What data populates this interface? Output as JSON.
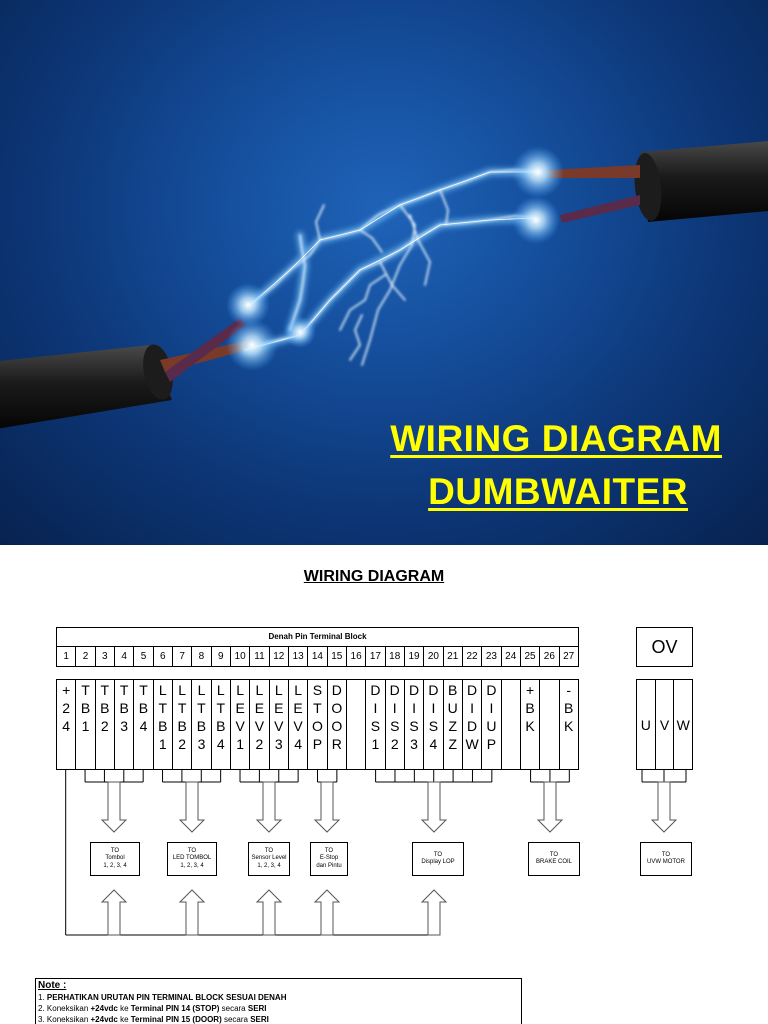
{
  "cover": {
    "title_line1": "WIRING DIAGRAM",
    "title_line2": "DUMBWAITER",
    "title_color": "#ffff00"
  },
  "diagram": {
    "title": "WIRING DIAGRAM",
    "terminal_block_header": "Denah Pin Terminal Block",
    "pins": [
      "1",
      "2",
      "3",
      "4",
      "5",
      "6",
      "7",
      "8",
      "9",
      "10",
      "11",
      "12",
      "13",
      "14",
      "15",
      "16",
      "17",
      "18",
      "19",
      "20",
      "21",
      "22",
      "23",
      "24",
      "25",
      "26",
      "27"
    ],
    "terminals": [
      [
        "+",
        "2",
        "4"
      ],
      [
        "T",
        "B",
        "1"
      ],
      [
        "T",
        "B",
        "2"
      ],
      [
        "T",
        "B",
        "3"
      ],
      [
        "T",
        "B",
        "4"
      ],
      [
        "L",
        "T",
        "B",
        "1"
      ],
      [
        "L",
        "T",
        "B",
        "2"
      ],
      [
        "L",
        "T",
        "B",
        "3"
      ],
      [
        "L",
        "T",
        "B",
        "4"
      ],
      [
        "L",
        "E",
        "V",
        "1"
      ],
      [
        "L",
        "E",
        "V",
        "2"
      ],
      [
        "L",
        "E",
        "V",
        "3"
      ],
      [
        "L",
        "E",
        "V",
        "4"
      ],
      [
        "S",
        "T",
        "O",
        "P"
      ],
      [
        "D",
        "O",
        "O",
        "R"
      ],
      [],
      [
        "D",
        "I",
        "S",
        "1"
      ],
      [
        "D",
        "I",
        "S",
        "2"
      ],
      [
        "D",
        "I",
        "S",
        "3"
      ],
      [
        "D",
        "I",
        "S",
        "4"
      ],
      [
        "B",
        "U",
        "Z",
        "Z"
      ],
      [
        "D",
        "I",
        "D",
        "W"
      ],
      [
        "D",
        "I",
        "U",
        "P"
      ],
      [],
      [
        "+",
        "B",
        "K"
      ],
      [],
      [
        "-",
        "B",
        "K"
      ]
    ],
    "ov_label": "OV",
    "motor_terminals": [
      "U",
      "V",
      "W"
    ],
    "destinations": [
      {
        "lines": [
          "TO",
          "Tombol",
          "1, 2, 3, 4"
        ]
      },
      {
        "lines": [
          "TO",
          "LED TOMBOL",
          "1, 2, 3, 4"
        ]
      },
      {
        "lines": [
          "TO",
          "Sensor Level",
          "1, 2, 3, 4"
        ]
      },
      {
        "lines": [
          "TO",
          "E-Stop",
          "dan Pintu"
        ]
      },
      {
        "lines": [
          "TO",
          "Display LOP"
        ]
      },
      {
        "lines": [
          "TO",
          "BRAKE COIL"
        ]
      },
      {
        "lines": [
          "TO",
          "UVW MOTOR"
        ]
      }
    ]
  },
  "notes": {
    "title": "Note :",
    "lines": [
      {
        "num": "1. ",
        "parts": [
          {
            "t": "PERHATIKAN URUTAN PIN TERMINAL BLOCK SESUAI DENAH",
            "b": true
          }
        ]
      },
      {
        "num": "2. ",
        "parts": [
          {
            "t": "Koneksikan ",
            "b": false
          },
          {
            "t": "+24vdc",
            "b": true
          },
          {
            "t": " ke ",
            "b": false
          },
          {
            "t": "Terminal PIN 14 (STOP)",
            "b": true
          },
          {
            "t": " secara ",
            "b": false
          },
          {
            "t": "SERI",
            "b": true
          }
        ]
      },
      {
        "num": "3. ",
        "parts": [
          {
            "t": "Koneksikan ",
            "b": false
          },
          {
            "t": "+24vdc",
            "b": true
          },
          {
            "t": " ke ",
            "b": false
          },
          {
            "t": "Terminal PIN 15 (DOOR)",
            "b": true
          },
          {
            "t": " secara ",
            "b": false
          },
          {
            "t": "SERI",
            "b": true
          }
        ]
      }
    ]
  }
}
